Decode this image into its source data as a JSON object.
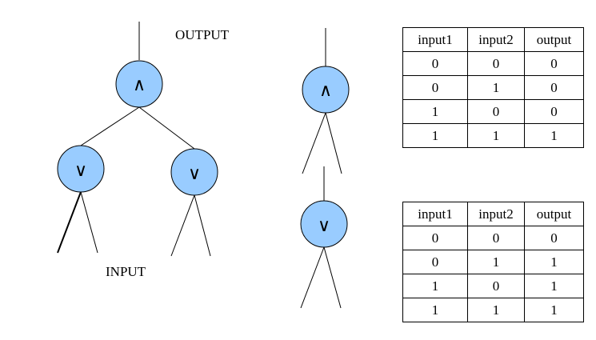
{
  "labels": {
    "output": "OUTPUT",
    "input": "INPUT"
  },
  "symbols": {
    "and": "∧",
    "or": "∨"
  },
  "colors": {
    "node_fill": "#99ccff",
    "stroke": "#000000"
  },
  "and_table": {
    "headers": [
      "input1",
      "input2",
      "output"
    ],
    "rows": [
      [
        "0",
        "0",
        "0"
      ],
      [
        "0",
        "1",
        "0"
      ],
      [
        "1",
        "0",
        "0"
      ],
      [
        "1",
        "1",
        "1"
      ]
    ]
  },
  "or_table": {
    "headers": [
      "input1",
      "input2",
      "output"
    ],
    "rows": [
      [
        "0",
        "0",
        "0"
      ],
      [
        "0",
        "1",
        "1"
      ],
      [
        "1",
        "0",
        "1"
      ],
      [
        "1",
        "1",
        "1"
      ]
    ]
  }
}
